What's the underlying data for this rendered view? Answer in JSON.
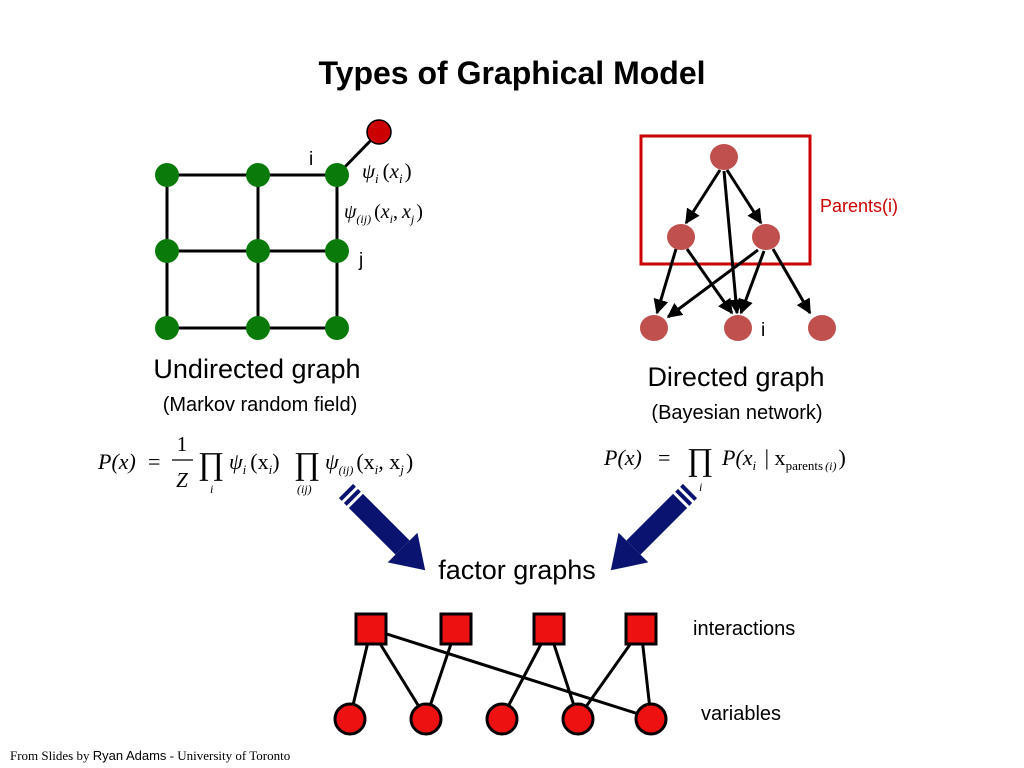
{
  "title": "Types of Graphical Model",
  "colors": {
    "green_node": "#0a7a0a",
    "red_node": "#cc0000",
    "pink_node": "#c0504d",
    "parents_box": "#cc0000",
    "parents_label": "#cc0000",
    "big_arrow": "#0a1470",
    "factor_fill": "#ee1111"
  },
  "undirected": {
    "node_i_label": "i",
    "node_j_label": "j",
    "psi_single": {
      "sym": "ψ",
      "sub": "i",
      "open": "(",
      "var": "x",
      "var_sub": "i",
      "close": ")"
    },
    "psi_pair": {
      "sym": "ψ",
      "sub": "(ij)",
      "open": "(",
      "v1": "x",
      "v1_sub": "i",
      "comma": ",",
      "v2": "x",
      "v2_sub": "j",
      "close": ")"
    },
    "caption": "Undirected graph",
    "subcaption": "(Markov random field)",
    "formula": {
      "lhs": "P(x)",
      "eq": "=",
      "frac_num": "1",
      "frac_den": "Z",
      "prod": "∏",
      "prod1_sub": "i",
      "psi1": "ψ",
      "psi1_sub": "i",
      "psi1_arg_open": "(x",
      "psi1_arg_sub": "i",
      "psi1_arg_close": ")",
      "prod2_sub": "(ij)",
      "psi2": "ψ",
      "psi2_sub": "(ij)",
      "psi2_arg_open": "(x",
      "psi2_arg_sub1": "i",
      "psi2_arg_mid": ", x",
      "psi2_arg_sub2": "j",
      "psi2_arg_close": ")"
    }
  },
  "directed": {
    "parents_label": "Parents(i)",
    "node_i_label": "i",
    "caption": "Directed graph",
    "subcaption": "(Bayesian network)",
    "formula": {
      "lhs": "P(x)",
      "eq": "=",
      "prod": "∏",
      "prod_sub": "i",
      "rhs_open": "P(x",
      "rhs_sub": "i",
      "bar": " | x",
      "parents_sub": "parents",
      "parents_sub_idx": "(i)",
      "rhs_close": ")"
    }
  },
  "factor_graph": {
    "label": "factor graphs",
    "interactions_label": "interactions",
    "variables_label": "variables"
  },
  "credit": {
    "prefix": "From Slides by ",
    "author": "Ryan Adams",
    "suffix": " - University of Toronto"
  }
}
